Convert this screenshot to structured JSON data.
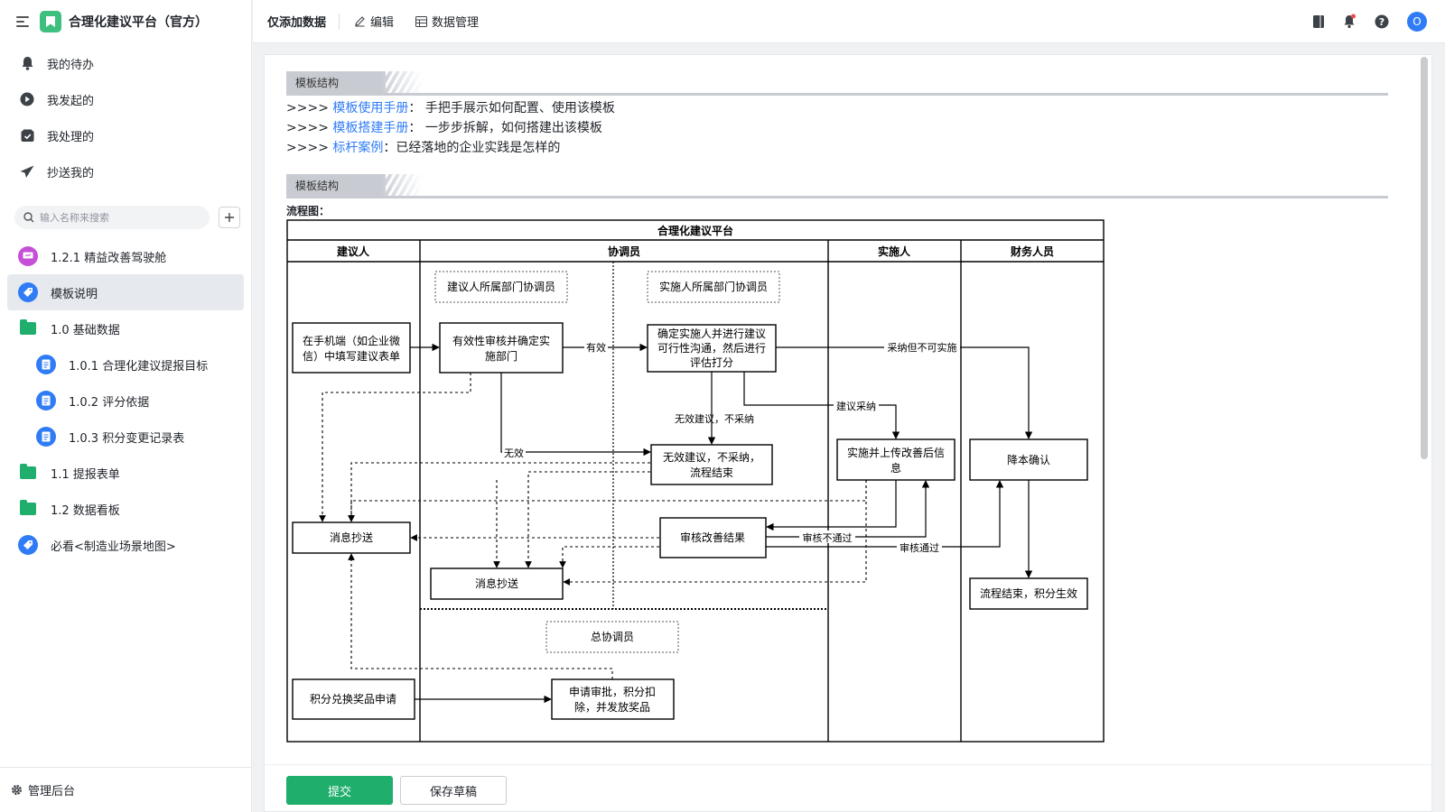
{
  "app": {
    "title": "合理化建议平台（官方）"
  },
  "nav": [
    {
      "label": "我的待办",
      "icon": "bell-icon"
    },
    {
      "label": "我发起的",
      "icon": "play-circle-icon"
    },
    {
      "label": "我处理的",
      "icon": "inbox-check-icon"
    },
    {
      "label": "抄送我的",
      "icon": "send-icon"
    }
  ],
  "search": {
    "placeholder": "输入名称来搜索"
  },
  "tree": [
    {
      "label": "1.2.1 精益改善驾驶舱",
      "icon": "dashboard-icon",
      "color": "#c54fd6"
    },
    {
      "label": "模板说明",
      "icon": "tag-icon",
      "color": "#2f7cf6"
    },
    {
      "label": "1.0 基础数据",
      "icon": "folder-icon",
      "color": "#1fae6b"
    },
    {
      "label": "1.0.1 合理化建议提报目标",
      "icon": "form-icon",
      "color": "#2f7cf6"
    },
    {
      "label": "1.0.2 评分依据",
      "icon": "form-icon",
      "color": "#2f7cf6"
    },
    {
      "label": "1.0.3 积分变更记录表",
      "icon": "form-icon",
      "color": "#2f7cf6"
    },
    {
      "label": "1.1 提报表单",
      "icon": "folder-icon",
      "color": "#1fae6b"
    },
    {
      "label": "1.2 数据看板",
      "icon": "folder-icon",
      "color": "#1fae6b"
    },
    {
      "label": "必看<制造业场景地图>",
      "icon": "tag-icon",
      "color": "#2f7cf6"
    }
  ],
  "footer": {
    "label": "管理后台"
  },
  "topbar": {
    "title": "仅添加数据",
    "edit": "编辑",
    "data_manage": "数据管理",
    "avatar": "O"
  },
  "content": {
    "section1": "模板结构",
    "links": [
      {
        "prefix": ">>>> ",
        "link": "模板使用手册",
        "sep": "： ",
        "text": "手把手展示如何配置、使用该模板"
      },
      {
        "prefix": ">>>> ",
        "link": "模板搭建手册",
        "sep": "： ",
        "text": "一步步拆解，如何搭建出该模板"
      },
      {
        "prefix": ">>>> ",
        "link": "标杆案例",
        "sep": "：",
        "text": "已经落地的企业实践是怎样的"
      }
    ],
    "section2": "模板结构",
    "flow_label": "流程图："
  },
  "diagram": {
    "title": "合理化建议平台",
    "lanes": [
      "建议人",
      "协调员",
      "实施人",
      "财务人员"
    ],
    "dept_boxes": [
      "建议人所属部门协调员",
      "实施人所属部门协调员",
      "总协调员"
    ],
    "boxes": {
      "submit": [
        "在手机端（如企业微",
        "信）中填写建议表单"
      ],
      "review": [
        "有效性审核并确定实",
        "施部门"
      ],
      "confirm": [
        "确定实施人并进行建议",
        "可行性沟通，然后进行",
        "评估打分"
      ],
      "invalid": [
        "无效建议，不采纳，",
        "流程结束"
      ],
      "implement": [
        "实施并上传改善后信",
        "息"
      ],
      "cost": [
        "降本确认"
      ],
      "cc1": [
        "消息抄送"
      ],
      "audit": [
        "审核改善结果"
      ],
      "cc2": [
        "消息抄送"
      ],
      "finish": [
        "流程结束，积分生效"
      ],
      "redeem": [
        "积分兑换奖品申请"
      ],
      "approve": [
        "申请审批，积分扣",
        "除，并发放奖品"
      ]
    },
    "edge_labels": {
      "valid": "有效",
      "adopt_no": "采纳但不可实施",
      "adopt": "建议采纳",
      "invalid_no": "无效建议，不采纳",
      "invalid": "无效",
      "fail": "审核不通过",
      "pass": "审核通过"
    }
  },
  "actions": {
    "submit": "提交",
    "draft": "保存草稿"
  }
}
